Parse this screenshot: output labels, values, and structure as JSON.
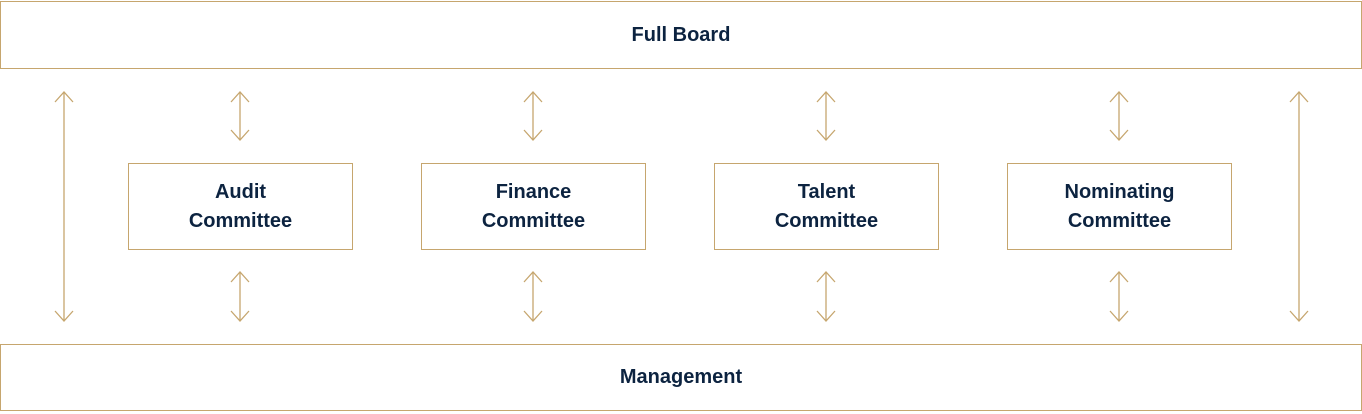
{
  "top_box": {
    "label": "Full Board"
  },
  "bottom_box": {
    "label": "Management"
  },
  "committees": [
    {
      "line1": "Audit",
      "line2": "Committee"
    },
    {
      "line1": "Finance",
      "line2": "Committee"
    },
    {
      "line1": "Talent",
      "line2": "Committee"
    },
    {
      "line1": "Nominating",
      "line2": "Committee"
    }
  ],
  "colors": {
    "border": "#c6a66e",
    "text": "#0c2340"
  }
}
